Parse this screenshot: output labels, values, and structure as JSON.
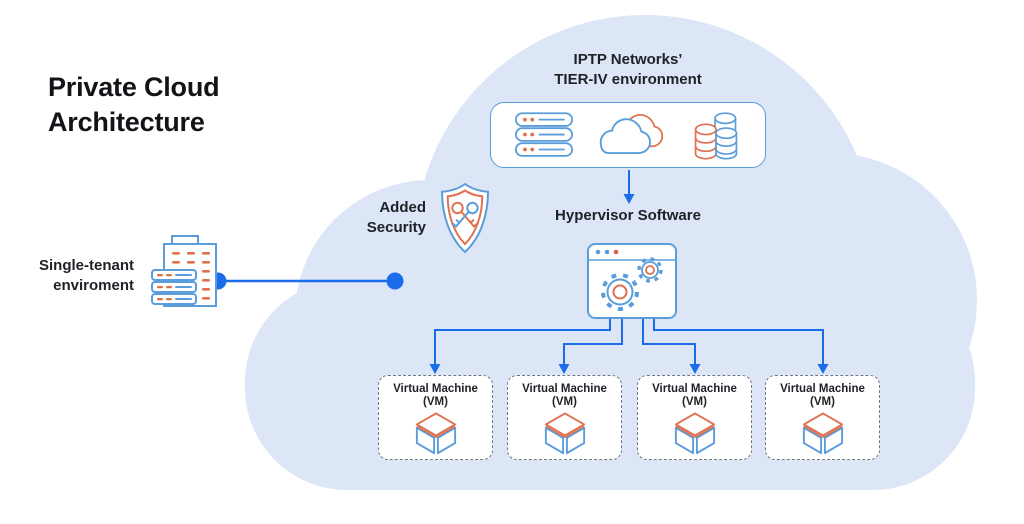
{
  "title": {
    "line1": "Private Cloud",
    "line2": "Architecture"
  },
  "tier_environment": {
    "label_line1": "IPTP Networks’",
    "label_line2": "TIER-IV environment",
    "icons": [
      "server-stack-icon",
      "dual-cloud-icon",
      "database-stack-icon"
    ]
  },
  "hypervisor": {
    "label": "Hypervisor Software",
    "icon": "app-window-gears-icon"
  },
  "added_security": {
    "label_line1": "Added",
    "label_line2": "Security",
    "icon": "shield-crossed-keys-icon"
  },
  "single_tenant": {
    "label_line1": "Single-tenant",
    "label_line2": "enviroment",
    "icon": "tenant-server-building-icon"
  },
  "virtual_machines": [
    {
      "label_line1": "Virtual Machine",
      "label_line2": "(VM)",
      "icon": "cube-icon"
    },
    {
      "label_line1": "Virtual Machine",
      "label_line2": "(VM)",
      "icon": "cube-icon"
    },
    {
      "label_line1": "Virtual Machine",
      "label_line2": "(VM)",
      "icon": "cube-icon"
    },
    {
      "label_line1": "Virtual Machine",
      "label_line2": "(VM)",
      "icon": "cube-icon"
    }
  ],
  "colors": {
    "cloud_fill": "#dce6f7",
    "connector_blue": "#1a6ce8",
    "icon_stroke_blue": "#5b9ddb",
    "icon_stroke_orange": "#df7150",
    "vm_border_gray": "#6f7781",
    "text_dark": "#1e2126"
  }
}
